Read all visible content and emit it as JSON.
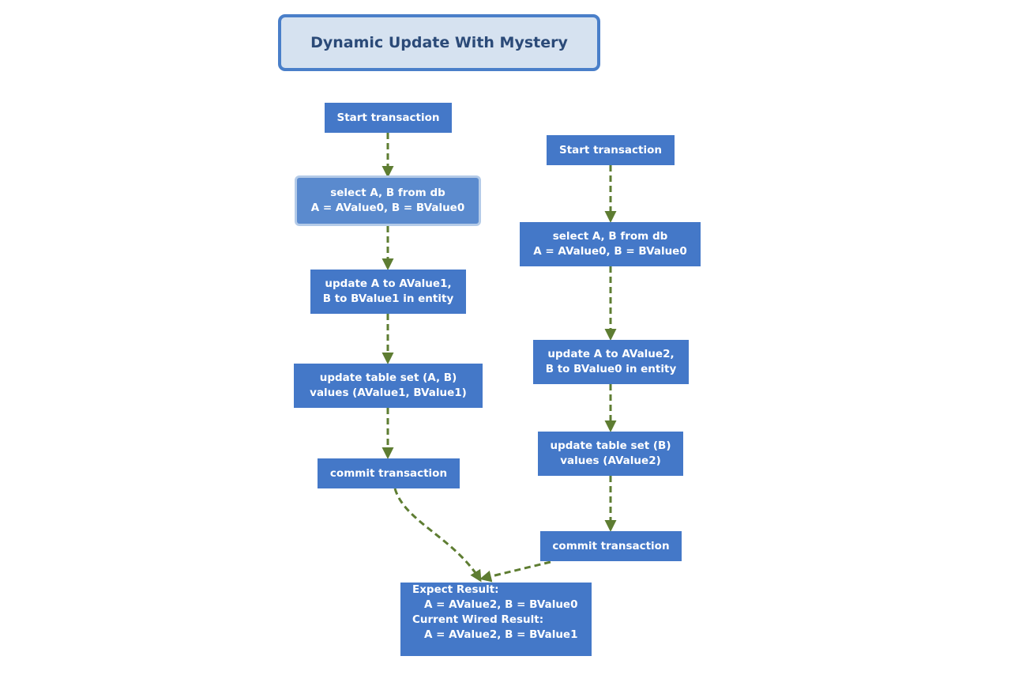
{
  "title": "Dynamic Update With Mystery",
  "flow_left": {
    "start": "Start transaction",
    "select": [
      "select A, B from db",
      "A = AValue0, B = BValue0"
    ],
    "update_entity": [
      "update A to AValue1,",
      "B to BValue1 in entity"
    ],
    "update_table": [
      "update table set (A, B)",
      "values (AValue1, BValue1)"
    ],
    "commit": "commit transaction"
  },
  "flow_right": {
    "start": "Start transaction",
    "select": [
      "select A, B from db",
      "A = AValue0, B = BValue0"
    ],
    "update_entity": [
      "update A to AValue2,",
      "B to BValue0 in entity"
    ],
    "update_table": [
      "update table set (B)",
      "values (AValue2)"
    ],
    "commit": "commit transaction"
  },
  "result": {
    "expect_label": "Expect Result:",
    "expect_value": "A = AValue2, B = BValue0",
    "current_label": "Current Wired Result:",
    "current_value": "A = AValue2, B = BValue1"
  },
  "colors": {
    "node_fill": "#4478c8",
    "title_fill": "#d6e2f0",
    "title_border": "#4a7fc9",
    "arrow": "#5e7d32"
  }
}
